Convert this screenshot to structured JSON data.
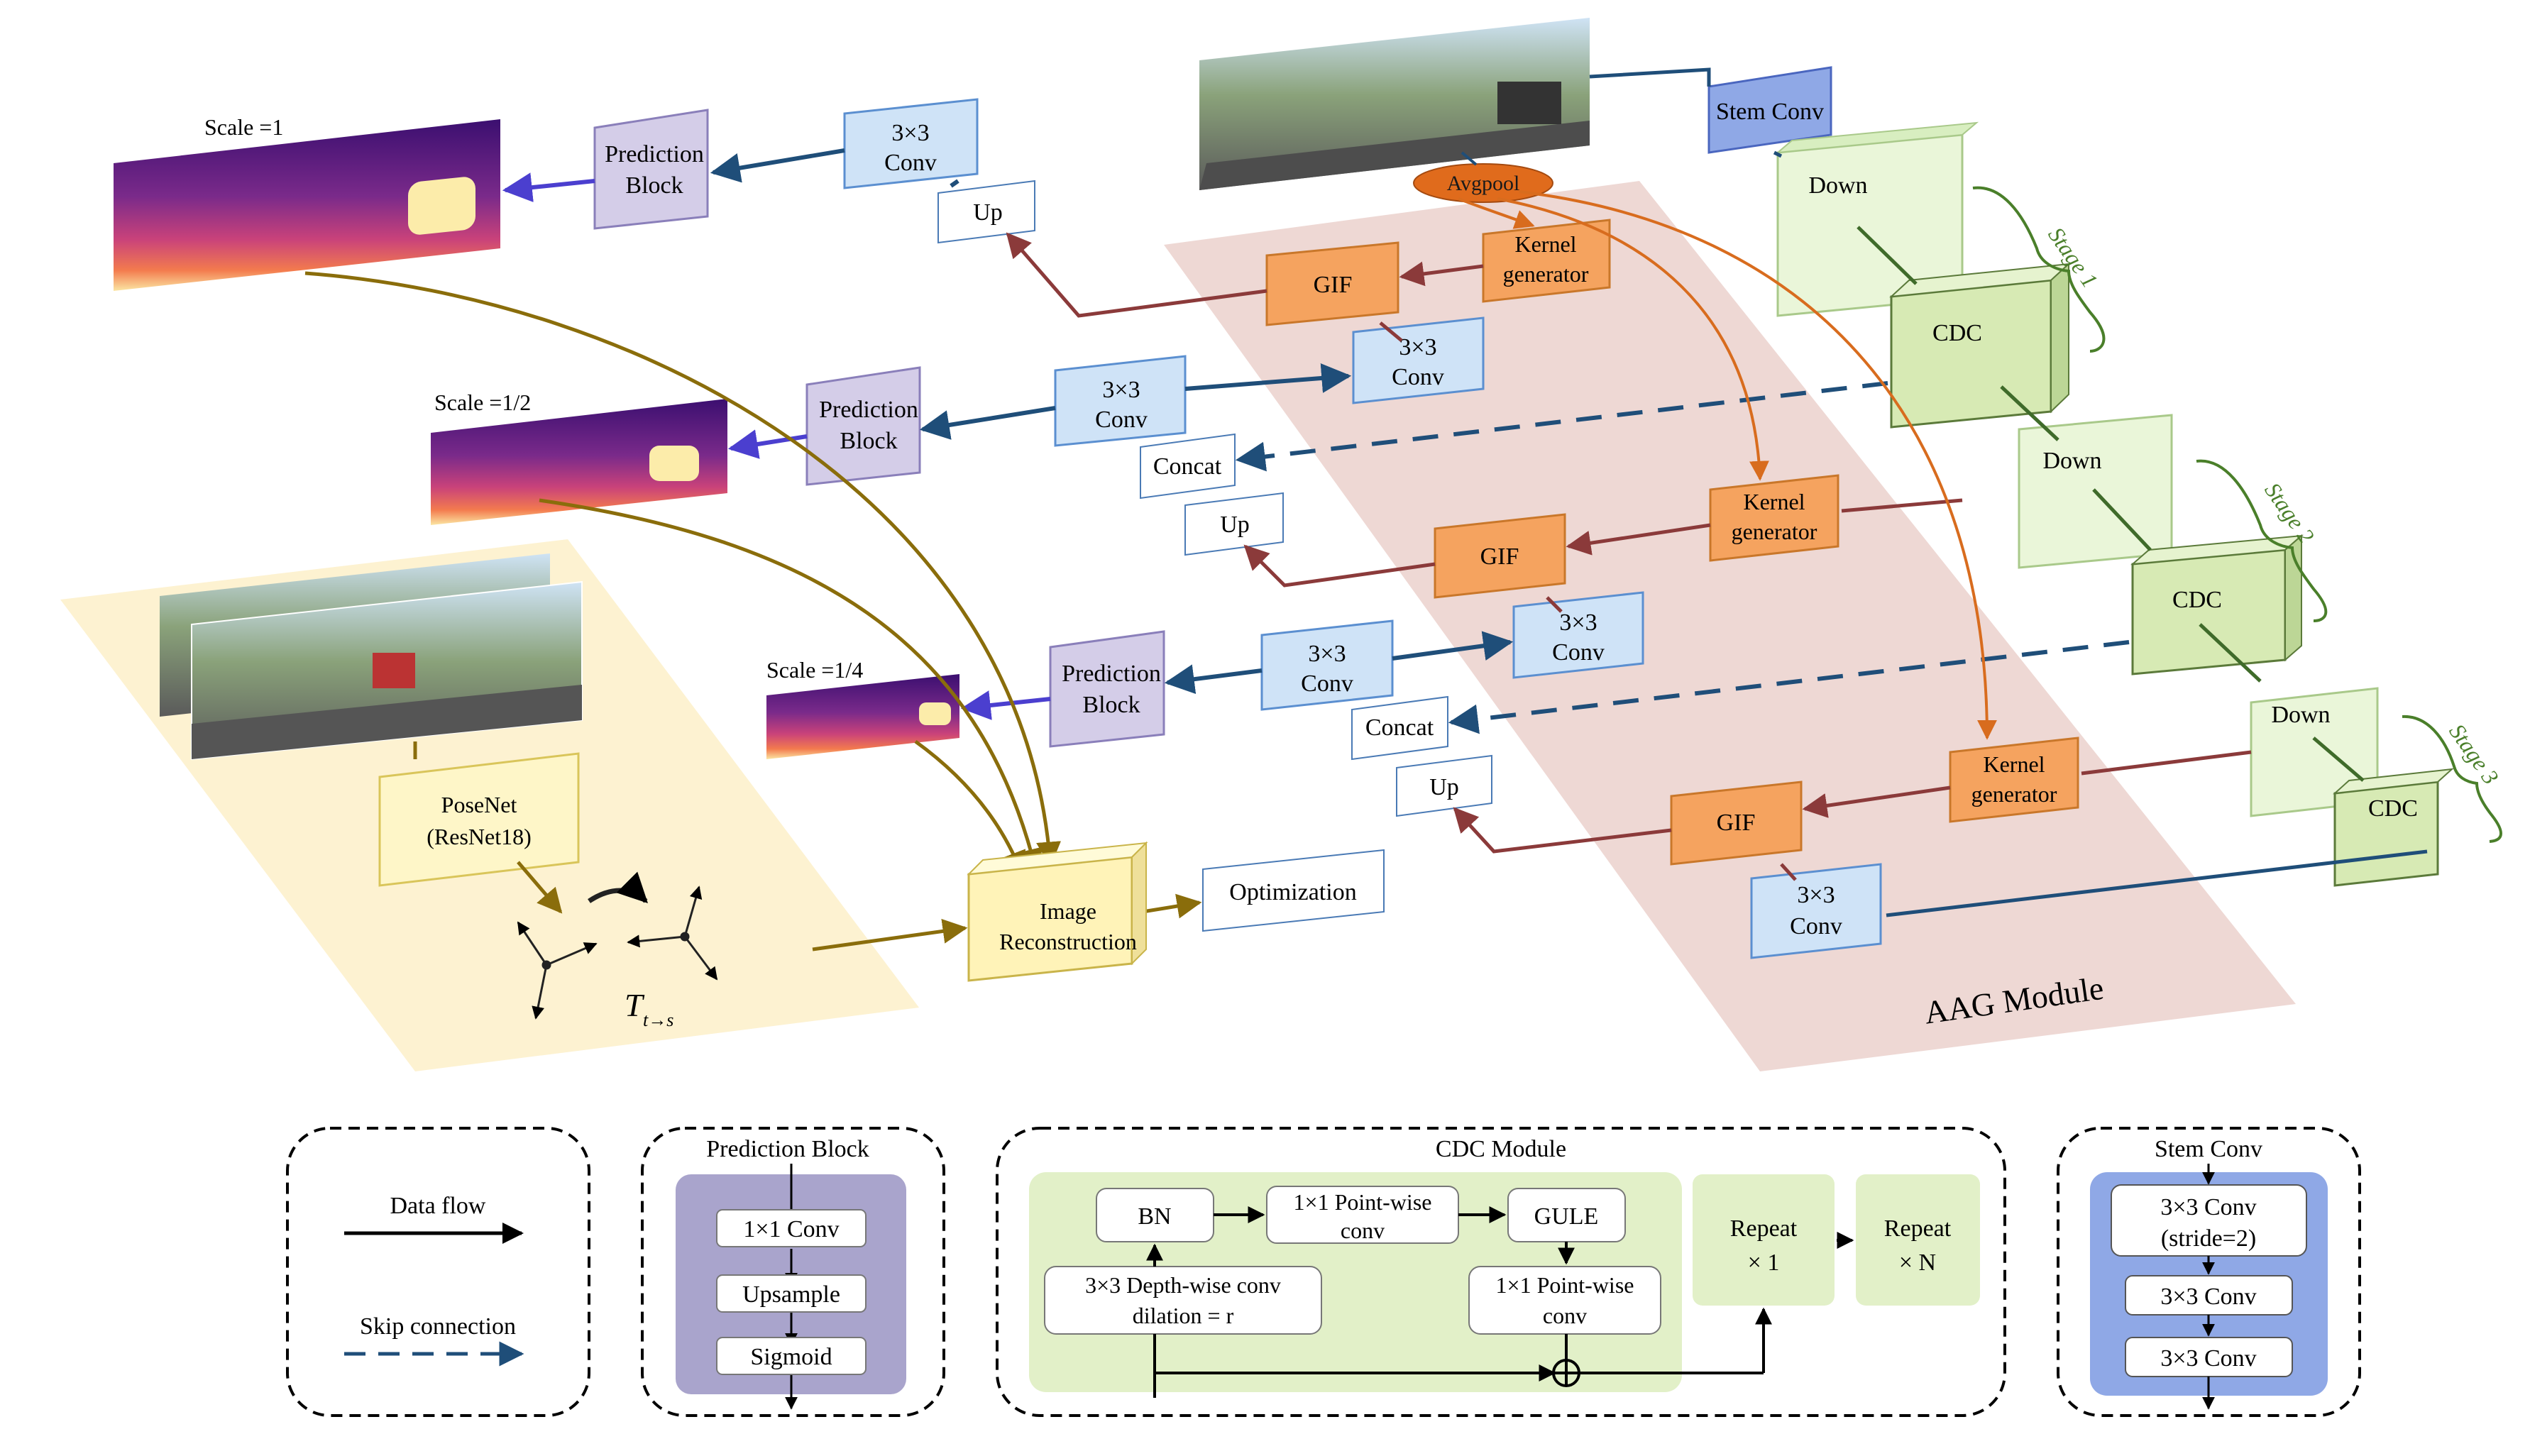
{
  "scales": {
    "s1": "Scale =1",
    "s2": "Scale =1/2",
    "s4": "Scale =1/4"
  },
  "pred_block": [
    "Prediction",
    "Block"
  ],
  "conv3": [
    "3×3",
    "Conv"
  ],
  "up": "Up",
  "concat": "Concat",
  "stem_conv": "Stem Conv",
  "avgpool": "Avgpool",
  "gif": "GIF",
  "kernel_gen": [
    "Kernel",
    "generator"
  ],
  "down": "Down",
  "cdc": "CDC",
  "stages": [
    "Stage 1",
    "Stage 2",
    "Stage 3"
  ],
  "aag_module": "AAG Module",
  "posenet": [
    "PoseNet",
    "(ResNet18)"
  ],
  "image_recon": [
    "Image",
    "Reconstruction"
  ],
  "optimization": "Optimization",
  "transform": {
    "main": "T",
    "sub": "t→s"
  },
  "legend": {
    "data_flow": "Data flow",
    "skip_connection": "Skip connection",
    "prediction_block": {
      "title": "Prediction Block",
      "items": [
        "1×1 Conv",
        "Upsample",
        "Sigmoid"
      ]
    },
    "cdc_module": {
      "title": "CDC Module",
      "bn": "BN",
      "pointwise_top": [
        "1×1 Point-wise",
        "conv"
      ],
      "gule": "GULE",
      "depthwise": [
        "3×3 Depth-wise conv",
        "dilation = r"
      ],
      "pointwise_bottom": [
        "1×1 Point-wise",
        "conv"
      ],
      "repeat1": [
        "Repeat",
        "× 1"
      ],
      "repeatN": [
        "Repeat",
        "× N"
      ]
    },
    "stem_conv": {
      "title": "Stem Conv",
      "items": [
        [
          "3×3 Conv",
          "(stride=2)"
        ],
        [
          "3×3 Conv"
        ],
        [
          "3×3 Conv"
        ]
      ]
    }
  },
  "colors": {
    "blue_box": "#cfe3f7",
    "blue_border": "#5b8fd0",
    "pred_fill": "#d4cde8",
    "pred_border": "#8a7fba",
    "orange": "#f5a35f",
    "orange_border": "#c9772a",
    "green_box": "#eaf6d9",
    "green_cdc": "#d7eab4",
    "green_border": "#a9c98a",
    "aag_bg": "#ecd4cf",
    "pose_bg": "#fdf1cc",
    "navy_arrow": "#1f4e79",
    "brown_arrow": "#8b3a3a",
    "olive_arrow": "#8a6d0b",
    "purple_arrow": "#4b3fcf",
    "orange_arrow": "#d86c1e",
    "stage_green": "#4a7f2a"
  }
}
